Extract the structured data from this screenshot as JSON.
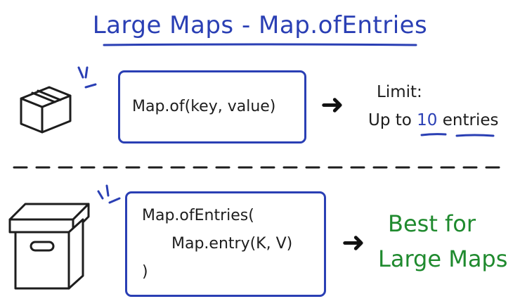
{
  "title": "Large Maps - Map.ofEntries",
  "top_panel": {
    "icon": "small-box-icon",
    "code": "Map.of(key, value)",
    "limit_label": "Limit:",
    "limit_prefix": "Up to",
    "limit_number": "10",
    "limit_suffix": "entries"
  },
  "bottom_panel": {
    "icon": "large-box-icon",
    "code_line1": "Map.ofEntries(",
    "code_line2": "Map.entry(K, V)",
    "code_line3": ")",
    "best_line1": "Best for",
    "best_line2": "Large Maps"
  },
  "colors": {
    "accent": "#2a3fb4",
    "best": "#1f8a2e",
    "ink": "#1d1d1d"
  }
}
